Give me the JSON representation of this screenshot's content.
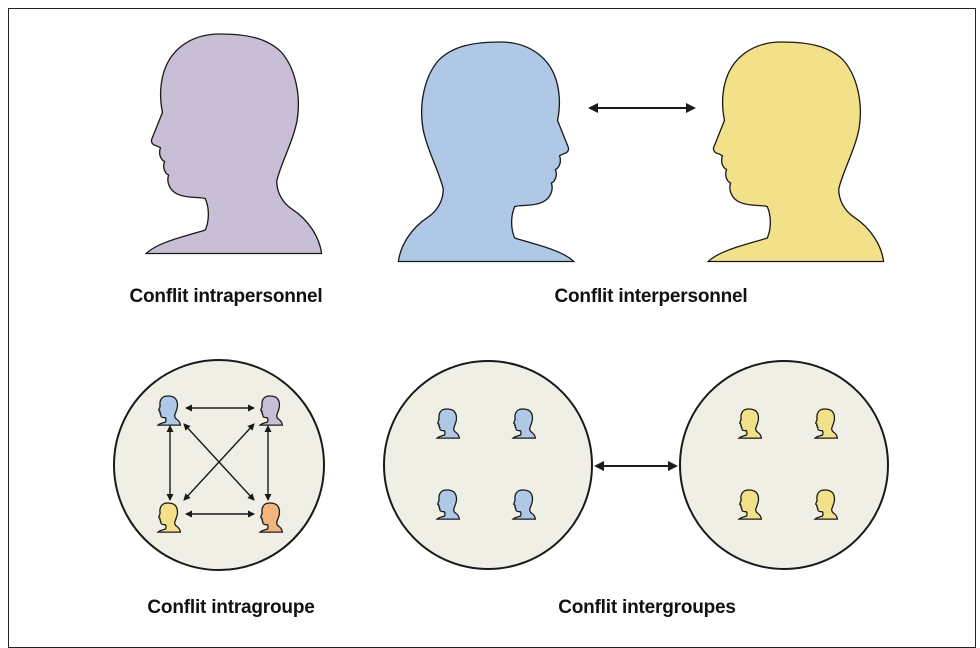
{
  "panels": {
    "intrapersonal": {
      "label": "Conflit intrapersonnel"
    },
    "interpersonal": {
      "label": "Conflit interpersonnel"
    },
    "intragroup": {
      "label": "Conflit intragroupe"
    },
    "intergroup": {
      "label": "Conflit intergroupes"
    }
  },
  "colors": {
    "purple": "#c8bfd6",
    "blue": "#aec8e6",
    "yellow": "#f2e188",
    "orange": "#f2b57e",
    "circle_fill": "#f0efe6",
    "stroke": "#1a1a1a"
  },
  "icons": [
    "head-silhouette-icon",
    "double-arrow-icon"
  ]
}
